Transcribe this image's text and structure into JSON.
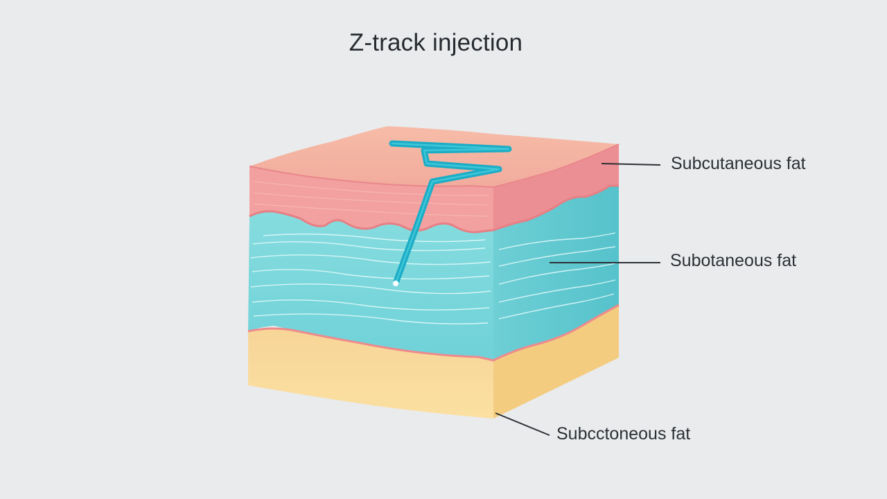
{
  "title": "Z-track injection",
  "labels": {
    "top": "Subcutaneous fat",
    "middle": "Subotaneous fat",
    "bottom": "Subcctoneous fat"
  },
  "colors": {
    "background": "#eaebed",
    "skin_top": "#f4b3a2",
    "skin_front": "#f19d9f",
    "skin_side": "#ec9193",
    "fat_front": "#79d6dc",
    "fat_side": "#5ec8cf",
    "base_front": "#f8d995",
    "base_side": "#f3cf84",
    "needle_track": "#1fb0c9",
    "leader_line": "#2b3035"
  }
}
